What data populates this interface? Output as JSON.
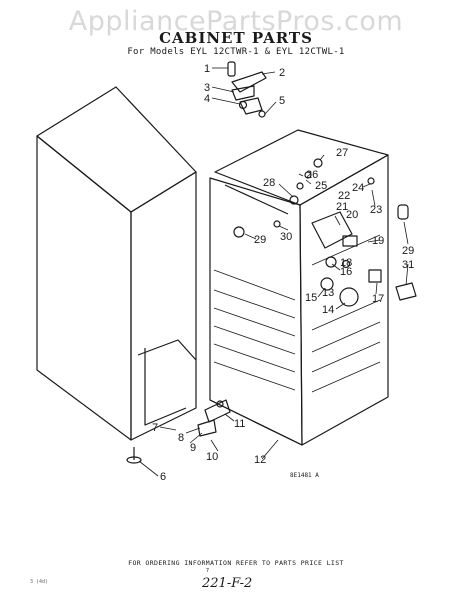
{
  "watermark": "AppliancePartsPros.com",
  "title": "CABINET PARTS",
  "subtitle": "For Models EYL 12CTWR-1 & EYL 12CTWL-1",
  "order_info": "FOR ORDERING INFORMATION REFER TO PARTS PRICE LIST",
  "drawing_number": "8E1481 A",
  "page_mark": "7",
  "handwritten_code": "221-F-2",
  "corner_mark": "3 (4d)",
  "callouts": {
    "c1": "1",
    "c2": "2",
    "c3": "3",
    "c4": "4",
    "c5": "5",
    "c6": "6",
    "c7": "7",
    "c8": "8",
    "c9": "9",
    "c10": "10",
    "c11": "11",
    "c12": "12",
    "c13": "13",
    "c14": "14",
    "c15": "15",
    "c16": "16",
    "c17": "17",
    "c18": "18",
    "c19": "19",
    "c20": "20",
    "c21": "21",
    "c22": "22",
    "c23": "23",
    "c24": "24",
    "c25": "25",
    "c26": "26",
    "c27": "27",
    "c28": "28",
    "c29a": "29",
    "c29b": "29",
    "c30": "30",
    "c31": "31"
  }
}
